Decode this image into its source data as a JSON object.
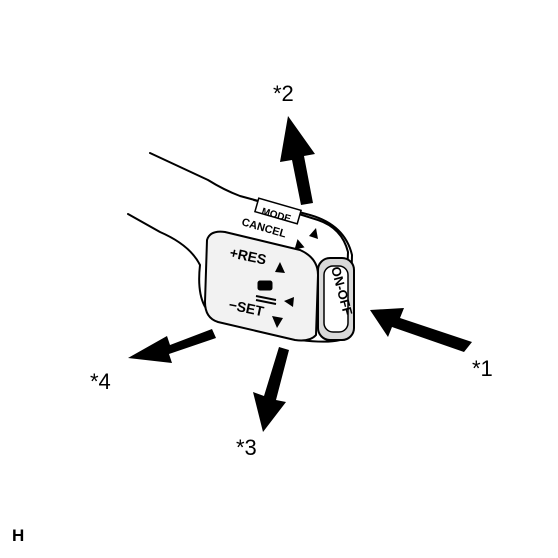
{
  "callouts": {
    "c1": "*1",
    "c2": "*2",
    "c3": "*3",
    "c4": "*4"
  },
  "lever": {
    "mode": "MODE",
    "cancel": "CANCEL",
    "res": "+RES",
    "set": "−SET",
    "on_off": "ON-OFF"
  },
  "corner_label": "H",
  "colors": {
    "outline": "#000000",
    "lever_fill": "#f2f2f2",
    "button_fill": "#d9d9d9"
  }
}
